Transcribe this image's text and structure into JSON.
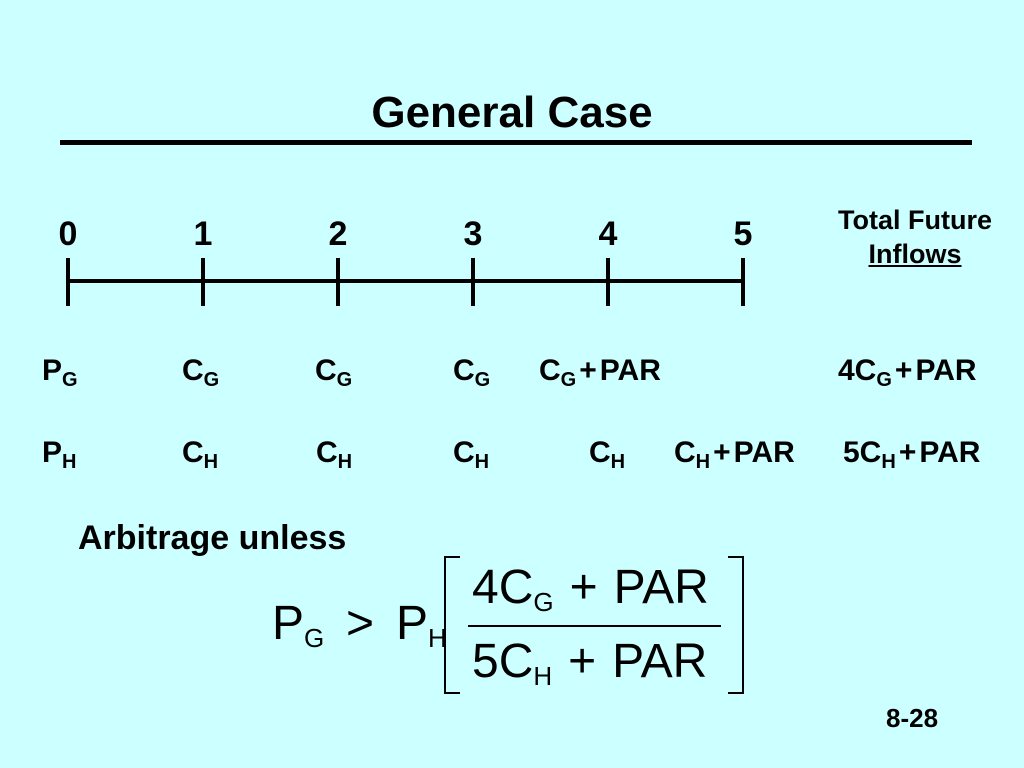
{
  "title": "General Case",
  "timeline": {
    "ticks": [
      "0",
      "1",
      "2",
      "3",
      "4",
      "5"
    ]
  },
  "total_label": {
    "line1": "Total Future",
    "line2": "Inflows"
  },
  "row_g": {
    "p": "P",
    "p_sub": "G",
    "c1": "C",
    "c1_sub": "G",
    "c2": "C",
    "c2_sub": "G",
    "c3": "C",
    "c3_sub": "G",
    "c4": "C",
    "c4_sub": "G",
    "c4_plus": "+",
    "c4_par": "PAR",
    "total_pre": "4C",
    "total_sub": "G",
    "total_plus": "+",
    "total_par": "PAR"
  },
  "row_h": {
    "p": "P",
    "p_sub": "H",
    "c1": "C",
    "c1_sub": "H",
    "c2": "C",
    "c2_sub": "H",
    "c3": "C",
    "c3_sub": "H",
    "c4": "C",
    "c4_sub": "H",
    "c5": "C",
    "c5_sub": "H",
    "c5_plus": "+",
    "c5_par": "PAR",
    "total_pre": "5C",
    "total_sub": "H",
    "total_plus": "+",
    "total_par": "PAR"
  },
  "arbitrage_label": "Arbitrage unless",
  "formula": {
    "lhs": "P",
    "lhs_sub": "G",
    "op": ">",
    "rhs": "P",
    "rhs_sub": "H",
    "num_pre": "4C",
    "num_sub": "G",
    "num_plus": "+",
    "num_par": "PAR",
    "den_pre": "5C",
    "den_sub": "H",
    "den_plus": "+",
    "den_par": "PAR"
  },
  "slide_number": "8-28"
}
